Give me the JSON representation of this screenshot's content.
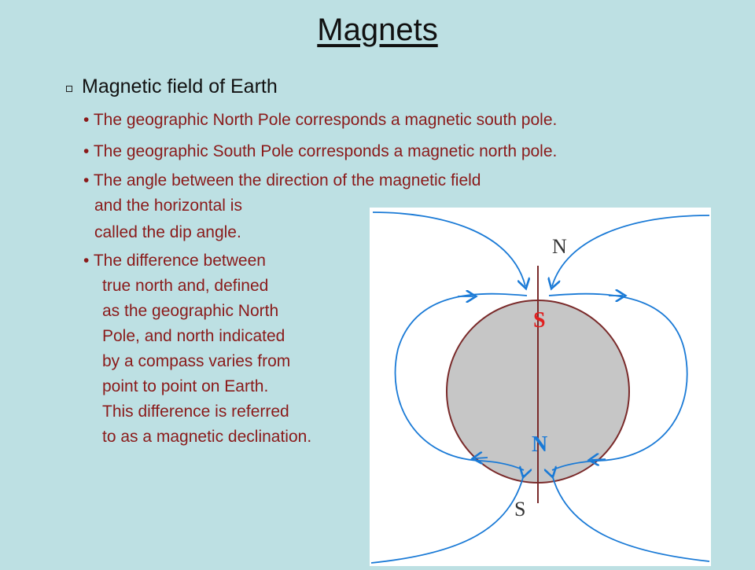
{
  "slide": {
    "title": "Magnets",
    "section_heading": "Magnetic field of Earth",
    "bullets": {
      "b1": "The geographic North Pole corresponds a magnetic south pole.",
      "b2": "The geographic South Pole corresponds a magnetic north pole.",
      "b3": [
        "The angle between the direction of the magnetic field",
        "and the horizontal is",
        "called  the dip angle."
      ],
      "b4": [
        "The difference between",
        "true north and, defined",
        "as the geographic North",
        "Pole, and north indicated",
        "by a compass varies from",
        "point to point on Earth.",
        "This difference is referred",
        "to as a magnetic declination."
      ]
    },
    "bullet_char": "•"
  },
  "diagram": {
    "labels": {
      "geo_north": "N",
      "geo_south": "S",
      "mag_south": "S",
      "mag_north": "N"
    },
    "colors": {
      "background": "#bde0e3",
      "text": "#8a1a1a",
      "field_lines": "#1a7ad6",
      "earth_fill": "#c6c6c6",
      "earth_stroke": "#7a2a2a",
      "mag_south_label": "#e02020",
      "mag_north_label": "#1a7ad6"
    }
  }
}
